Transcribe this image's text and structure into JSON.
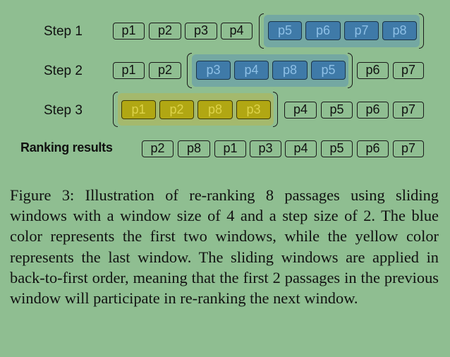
{
  "rows": [
    {
      "label": "Step 1",
      "items": [
        "p1",
        "p2",
        "p3",
        "p4",
        "p5",
        "p6",
        "p7",
        "p8"
      ],
      "window": "blue",
      "window_items": [
        "p5",
        "p6",
        "p7",
        "p8"
      ]
    },
    {
      "label": "Step 2",
      "items": [
        "p1",
        "p2",
        "p3",
        "p4",
        "p8",
        "p5",
        "p6",
        "p7"
      ],
      "window": "blue",
      "window_items": [
        "p3",
        "p4",
        "p8",
        "p5"
      ]
    },
    {
      "label": "Step 3",
      "items": [
        "p1",
        "p2",
        "p8",
        "p3",
        "p4",
        "p5",
        "p6",
        "p7"
      ],
      "window": "yellow",
      "window_items": [
        "p1",
        "p2",
        "p8",
        "p3"
      ]
    },
    {
      "label": "Ranking results",
      "items": [
        "p2",
        "p8",
        "p1",
        "p3",
        "p4",
        "p5",
        "p6",
        "p7"
      ],
      "window": "none"
    }
  ],
  "colors": {
    "background": "#8fbe91",
    "blue": "#3f7aa8",
    "yellow": "#b1a713"
  },
  "caption": "Figure 3: Illustration of re-ranking 8 passages using sliding windows with a window size of 4 and a step size of 2. The blue color represents the first two windows, while the yellow color represents the last window. The sliding windows are applied in back-to-first order, meaning that the first 2 passages in the previous window will participate in re-ranking the next window."
}
